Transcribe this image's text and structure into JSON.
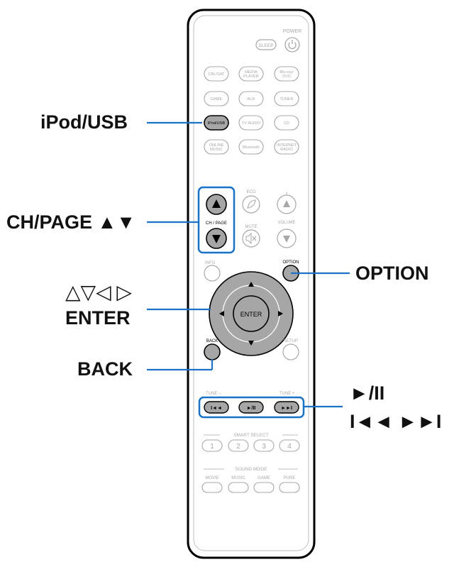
{
  "callouts": {
    "ipod_usb": "iPod/USB",
    "ch_page": "CH/PAGE ▲▼",
    "cursor_arrows": "△▽◁ ▷",
    "enter": "ENTER",
    "back": "BACK",
    "option": "OPTION",
    "play_pause": "►/II",
    "skip": "I◄◄ ►►I"
  },
  "remote": {
    "power_label": "POWER",
    "sleep_label": "SLEEP",
    "sources": [
      [
        "CBL/SAT",
        "MEDIA PLAYER",
        "Blu-ray/ DVD"
      ],
      [
        "GAME",
        "AUX",
        "TUNER"
      ],
      [
        "iPod/USB",
        "TV AUDIO",
        "CD"
      ],
      [
        "ONLINE MUSIC",
        "Bluetooth",
        "INTERNET RADIO"
      ]
    ],
    "eco_label": "ECO",
    "mute_label": "MUTE",
    "ch_page_label": "CH / PAGE",
    "volume_label": "VOLUME",
    "info_label": "INFO",
    "option_label": "OPTION",
    "enter_label": "ENTER",
    "back_label": "BACK",
    "setup_label": "SETUP",
    "tune_minus_label": "TUNE –",
    "tune_plus_label": "TUNE +",
    "transport": [
      "I◄◄",
      "►/II",
      "►►I"
    ],
    "smart_select_label": "SMART SELECT",
    "smart_select": [
      "1",
      "2",
      "3",
      "4"
    ],
    "sound_mode_label": "SOUND MODE",
    "sound_modes": [
      "MOVIE",
      "MUSIC",
      "GAME",
      "PURE"
    ]
  },
  "colors": {
    "callout_line": "#1a73c7",
    "highlight_button": "#a6a6a6",
    "remote_line": "#a8a8a8",
    "remote_body": "#000000"
  }
}
